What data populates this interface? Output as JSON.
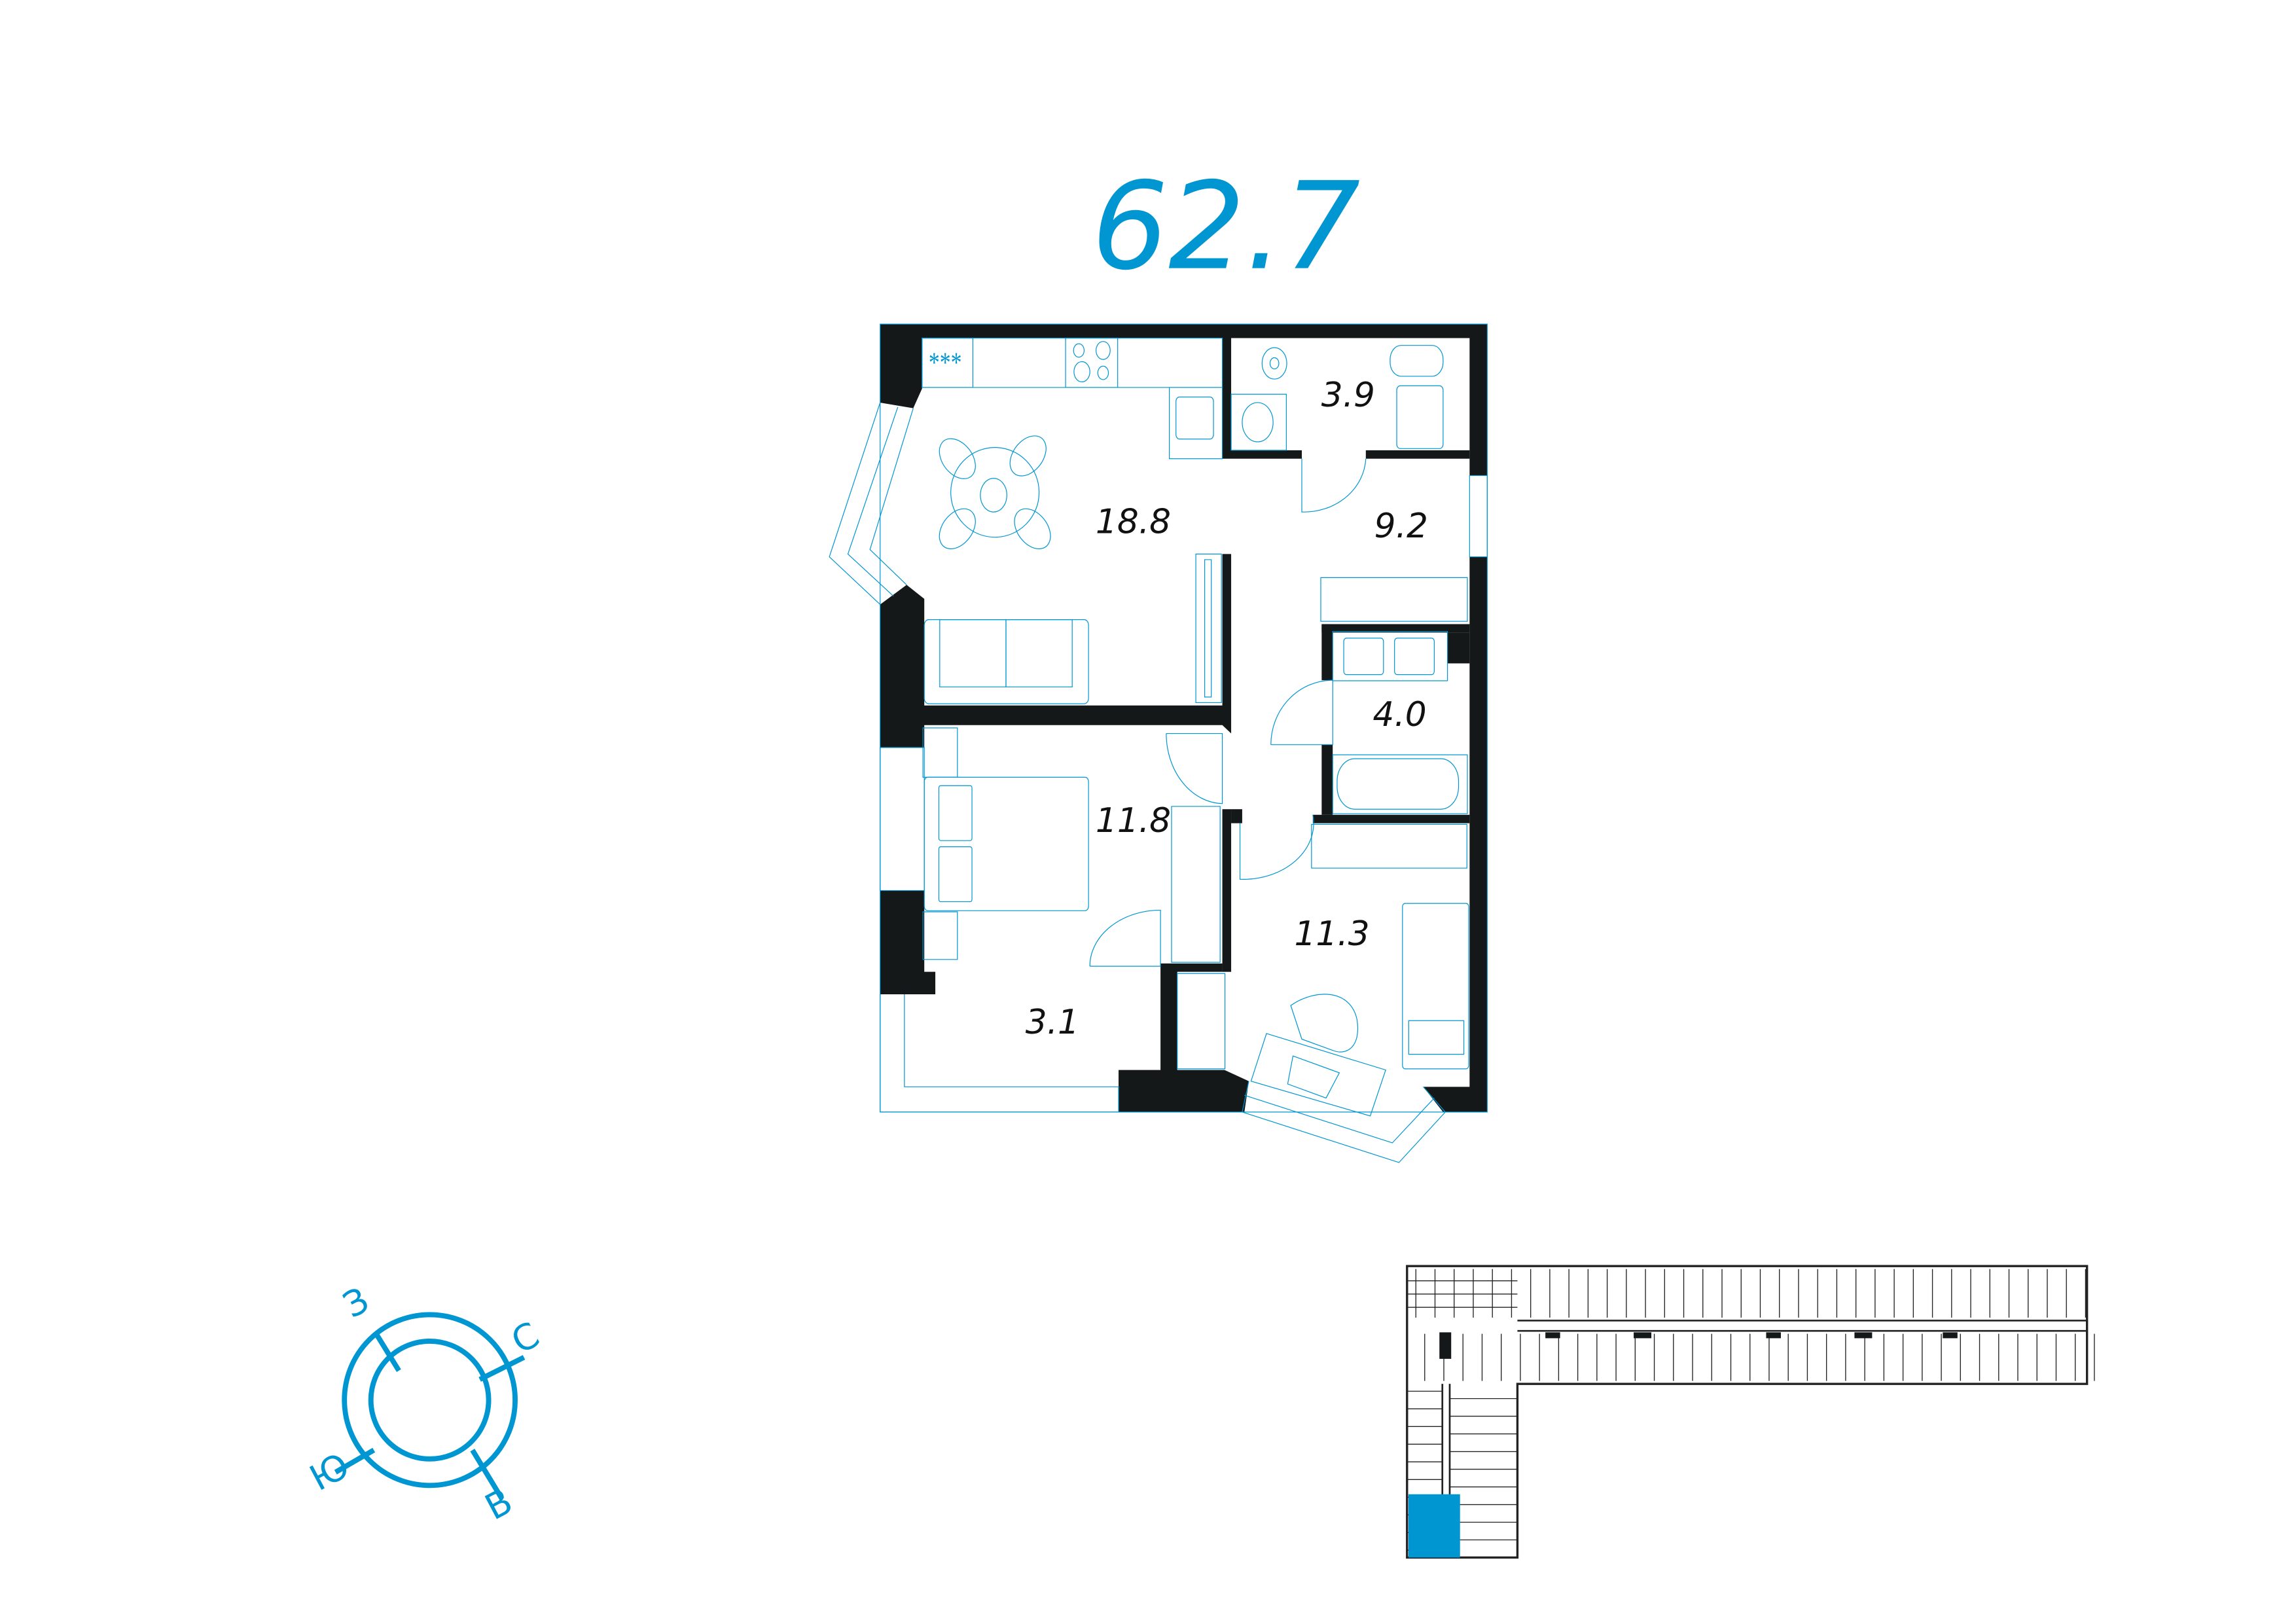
{
  "apartment": {
    "total_area": "62.7",
    "rooms": [
      {
        "name": "kitchen-living",
        "area": "18.8"
      },
      {
        "name": "bathroom-small",
        "area": "3.9"
      },
      {
        "name": "hallway",
        "area": "9.2"
      },
      {
        "name": "bathroom",
        "area": "4.0"
      },
      {
        "name": "bedroom",
        "area": "11.8"
      },
      {
        "name": "bedroom-2",
        "area": "11.3"
      },
      {
        "name": "balcony",
        "area": "3.1"
      }
    ]
  },
  "compass": {
    "west": "З",
    "north": "С",
    "south": "Ю",
    "east": "В"
  },
  "colors": {
    "accent": "#0096d2",
    "wall": "#141818",
    "highlight": "#0096d2"
  }
}
